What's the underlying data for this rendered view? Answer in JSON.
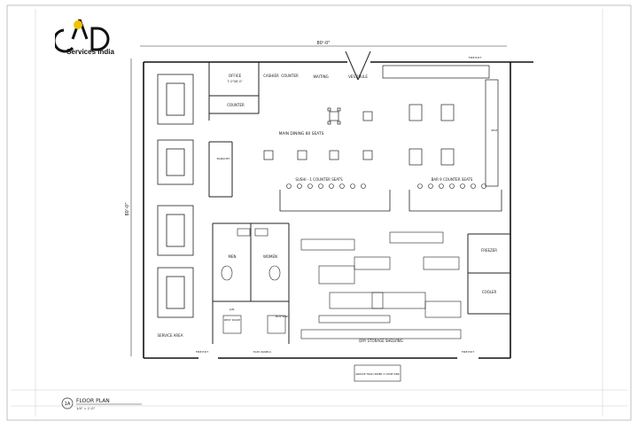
{
  "brand": {
    "name": "Services India",
    "accent": "#f2c200"
  },
  "sheet": {
    "drawing_number": "1A",
    "title": "FLOOR PLAN",
    "scale": "1/4\" = 1'-0\"",
    "dimension_width": "80'-0\"",
    "dimension_height": "80'-0\""
  },
  "rooms": {
    "office": "OFFICE",
    "office_size": "7'-0\"X6'-0\"",
    "cashier": "CASHIER",
    "counter_top": "COUNTER",
    "waiting": "WAITING",
    "vestibule": "VESTIBULE",
    "counter_office": "COUNTER",
    "main_dining": "MAIN DINING 80 SEATS",
    "sushi_counter": "SUSHI - 1 COUNTER SEATS",
    "bar_counter": "BAR 9 COUNTER SEATS",
    "men": "MEN",
    "women": "WOMEN",
    "freezer": "FREEZER",
    "cooler": "COOLER",
    "service_area": "SERVICE AREA",
    "dry_storage": "DRY STORAGE SHELVING",
    "fire_exit_left": "FIRE EXIT",
    "fire_exit_right": "FIRE EXIT",
    "fire_exit_top": "FIRE EXIT",
    "elec_panels": "ELEC PANELS",
    "janitor": "JAN.",
    "mop": "MOP SINK",
    "rest_room": "REST ROOM"
  },
  "labels": {
    "banquet": "BANQUET",
    "seat": "SEAT",
    "grease_trap": "GREASE TRAP UNDER 3 COMP SINK"
  }
}
